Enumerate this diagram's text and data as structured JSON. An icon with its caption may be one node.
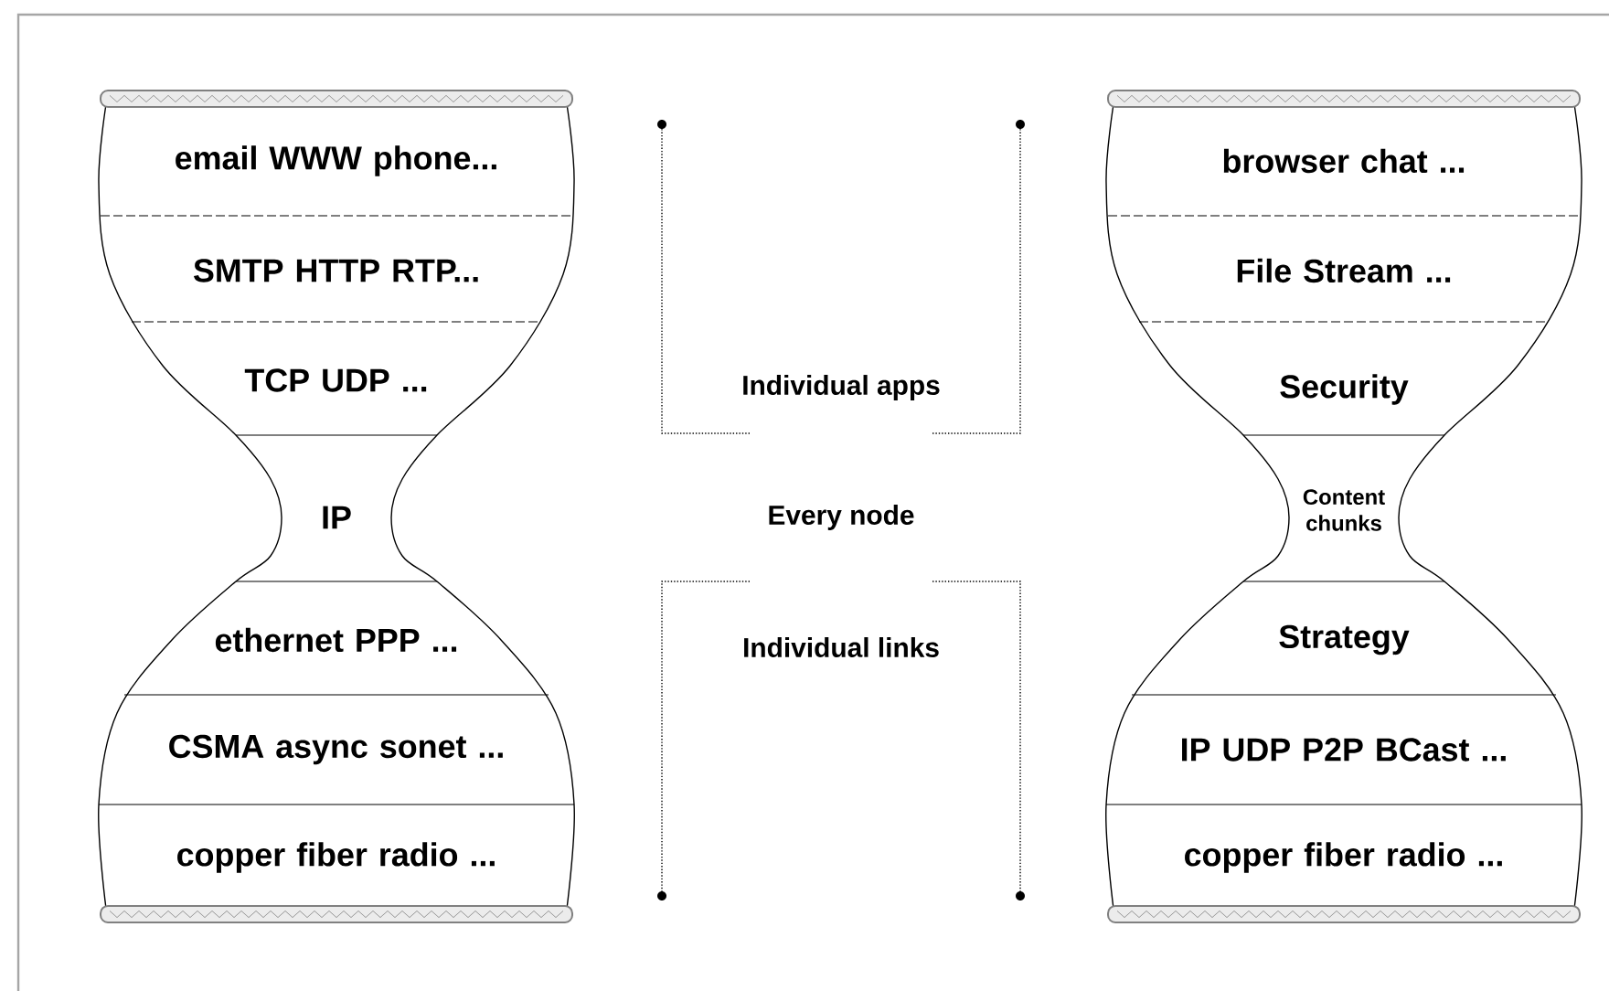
{
  "diagram": {
    "nodes": [
      {
        "text": [
          "email WWW phone..."
        ]
      },
      {
        "text": [
          "SMTP HTTP RTP..."
        ]
      },
      {
        "text": [
          "TCP UDP ..."
        ]
      },
      {
        "text": [
          "IP"
        ]
      },
      {
        "text": [
          "ethernet PPP ..."
        ]
      },
      {
        "text": [
          "CSMA async sonet ..."
        ]
      },
      {
        "text": [
          "copper fiber radio ..."
        ]
      },
      {
        "text": [
          "browser chat ..."
        ]
      },
      {
        "text": [
          "File Stream ..."
        ]
      },
      {
        "text": [
          "Security"
        ]
      },
      {
        "text": [
          "Content chunks"
        ]
      },
      {
        "text": [
          "Strategy"
        ]
      },
      {
        "text": [
          "IP UDP P2P BCast ..."
        ]
      },
      {
        "text": [
          "copper fiber radio ..."
        ]
      }
    ],
    "labels": [
      "Individual apps",
      "Every node",
      "Individual links"
    ]
  }
}
